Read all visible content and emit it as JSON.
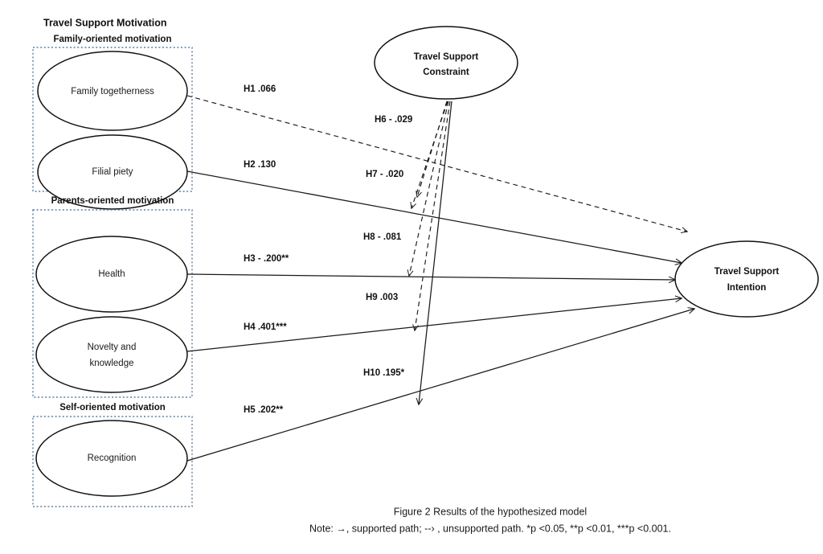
{
  "figure": {
    "section_title": "Travel Support Motivation",
    "caption_title": "Figure 2 Results of the hypothesized model",
    "caption_note": "Note: →, supported path;  --› , unsupported path. *p <0.05, **p <0.01, ***p <0.001."
  },
  "groups": [
    {
      "id": "family",
      "label": "Family-oriented motivation"
    },
    {
      "id": "parents",
      "label": "Parents-oriented motivation"
    },
    {
      "id": "self",
      "label": "Self-oriented motivation"
    }
  ],
  "nodes": {
    "family_togetherness": {
      "label": "Family togetherness"
    },
    "filial_piety": {
      "label": "Filial piety"
    },
    "health": {
      "label": "Health"
    },
    "novelty_line1": {
      "label": "Novelty and"
    },
    "novelty_line2": {
      "label": "knowledge"
    },
    "recognition": {
      "label": "Recognition"
    },
    "constraint_line1": {
      "label": "Travel Support"
    },
    "constraint_line2": {
      "label": "Constraint"
    },
    "intention_line1": {
      "label": "Travel Support"
    },
    "intention_line2": {
      "label": "Intention"
    }
  },
  "paths": [
    {
      "id": "h1",
      "label": "H1 .066",
      "coefficient": ".066",
      "supported": false,
      "from": "family_togetherness",
      "to": "travel_support_intention"
    },
    {
      "id": "h2",
      "label": "H2 .130",
      "coefficient": ".130",
      "supported": true,
      "from": "filial_piety",
      "to": "travel_support_intention"
    },
    {
      "id": "h3",
      "label": "H3 - .200**",
      "coefficient": "-.200",
      "supported": true,
      "from": "health",
      "to": "travel_support_intention"
    },
    {
      "id": "h4",
      "label": "H4 .401***",
      "coefficient": ".401",
      "supported": true,
      "from": "novelty_and_knowledge",
      "to": "travel_support_intention"
    },
    {
      "id": "h5",
      "label": "H5 .202**",
      "coefficient": ".202",
      "supported": true,
      "from": "recognition",
      "to": "travel_support_intention"
    },
    {
      "id": "h6",
      "label": "H6 - .029",
      "coefficient": "-.029",
      "supported": false,
      "from": "travel_support_constraint",
      "to": "h1_path"
    },
    {
      "id": "h7",
      "label": "H7 - .020",
      "coefficient": "-.020",
      "supported": false,
      "from": "travel_support_constraint",
      "to": "h2_path"
    },
    {
      "id": "h8",
      "label": "H8 - .081",
      "coefficient": "-.081",
      "supported": false,
      "from": "travel_support_constraint",
      "to": "h3_path"
    },
    {
      "id": "h9",
      "label": "H9 .003",
      "coefficient": ".003",
      "supported": false,
      "from": "travel_support_constraint",
      "to": "h4_path"
    },
    {
      "id": "h10",
      "label": "H10 .195*",
      "coefficient": ".195",
      "supported": true,
      "from": "travel_support_constraint",
      "to": "h5_path"
    }
  ],
  "colors": {
    "group_border": "#5e7fa3",
    "stroke": "#1a1a1a",
    "background": "#ffffff"
  }
}
